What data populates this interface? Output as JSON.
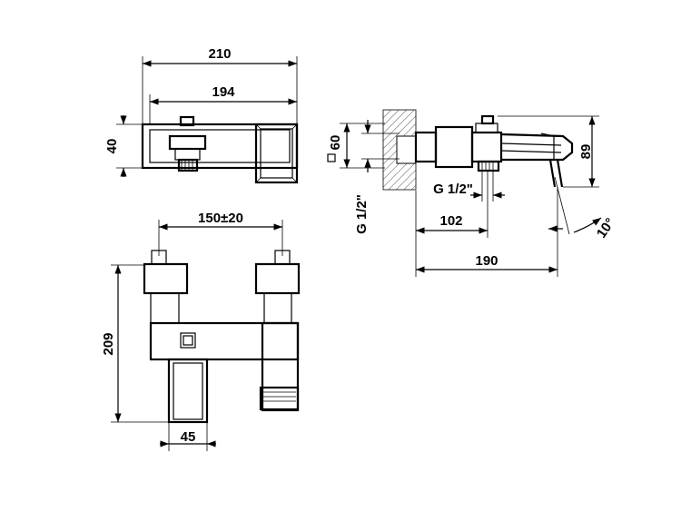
{
  "dimensions": {
    "top_width_total": "210",
    "top_width_inner": "194",
    "top_height": "40",
    "front_spacing": "150±20",
    "front_height": "209",
    "spout_width": "45",
    "side_square": "60",
    "side_thread_vertical": "G 1/2\"",
    "side_thread_horizontal": "G 1/2\"",
    "side_depth_102": "102",
    "side_depth_190": "190",
    "side_height_89": "89",
    "side_angle": "10°"
  }
}
